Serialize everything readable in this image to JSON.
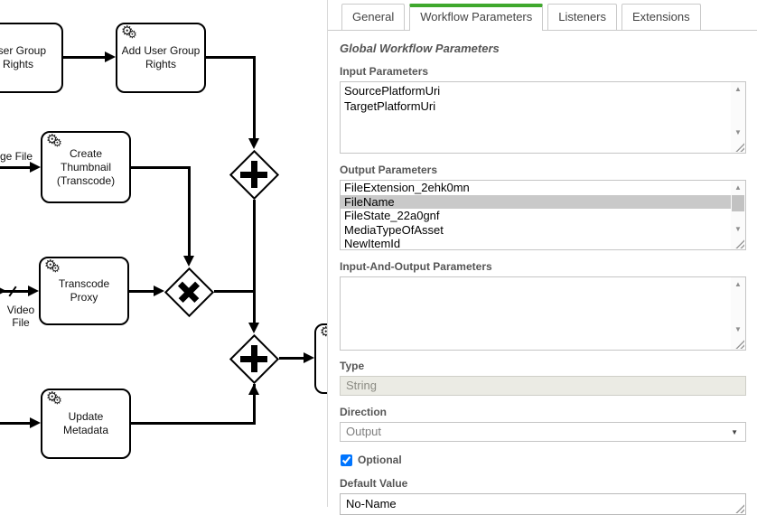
{
  "diagram": {
    "gear_icon": "⚙",
    "tasks": [
      {
        "label": "User Group\nRights"
      },
      {
        "label": "Add User Group\nRights"
      },
      {
        "label": "Create\nThumbnail\n(Transcode)"
      },
      {
        "label": "Transcode\nProxy"
      },
      {
        "label": "Update\nMetadata"
      }
    ],
    "edge_labels": {
      "image_file": "ge File",
      "video_file": "Video\nFile"
    }
  },
  "panel": {
    "tabs": [
      {
        "label": "General",
        "active": false
      },
      {
        "label": "Workflow Parameters",
        "active": true
      },
      {
        "label": "Listeners",
        "active": false
      },
      {
        "label": "Extensions",
        "active": false
      }
    ],
    "heading": "Global Workflow Parameters",
    "input_parameters": {
      "label": "Input Parameters",
      "value": "SourcePlatformUri\nTargetPlatformUri"
    },
    "output_parameters": {
      "label": "Output Parameters",
      "items": [
        "FileExtension_2ehk0mn",
        "FileName",
        "FileState_22a0gnf",
        "MediaTypeOfAsset",
        "NewItemId"
      ],
      "selected": "FileName"
    },
    "input_and_output_parameters": {
      "label": "Input-And-Output Parameters",
      "value": ""
    },
    "type_field": {
      "label": "Type",
      "value": "String"
    },
    "direction_field": {
      "label": "Direction",
      "value": "Output"
    },
    "optional_field": {
      "label": "Optional",
      "checked": true
    },
    "default_value_field": {
      "label": "Default Value",
      "value": "No-Name"
    },
    "icons": {
      "scroll_up": "▲",
      "scroll_down": "▼",
      "dropdown": "▼"
    }
  },
  "colors": {
    "active_tab_green": "#3fa82d",
    "selected_item_bg": "#c9c9c9",
    "disabled_field_bg": "#ebebe4"
  }
}
